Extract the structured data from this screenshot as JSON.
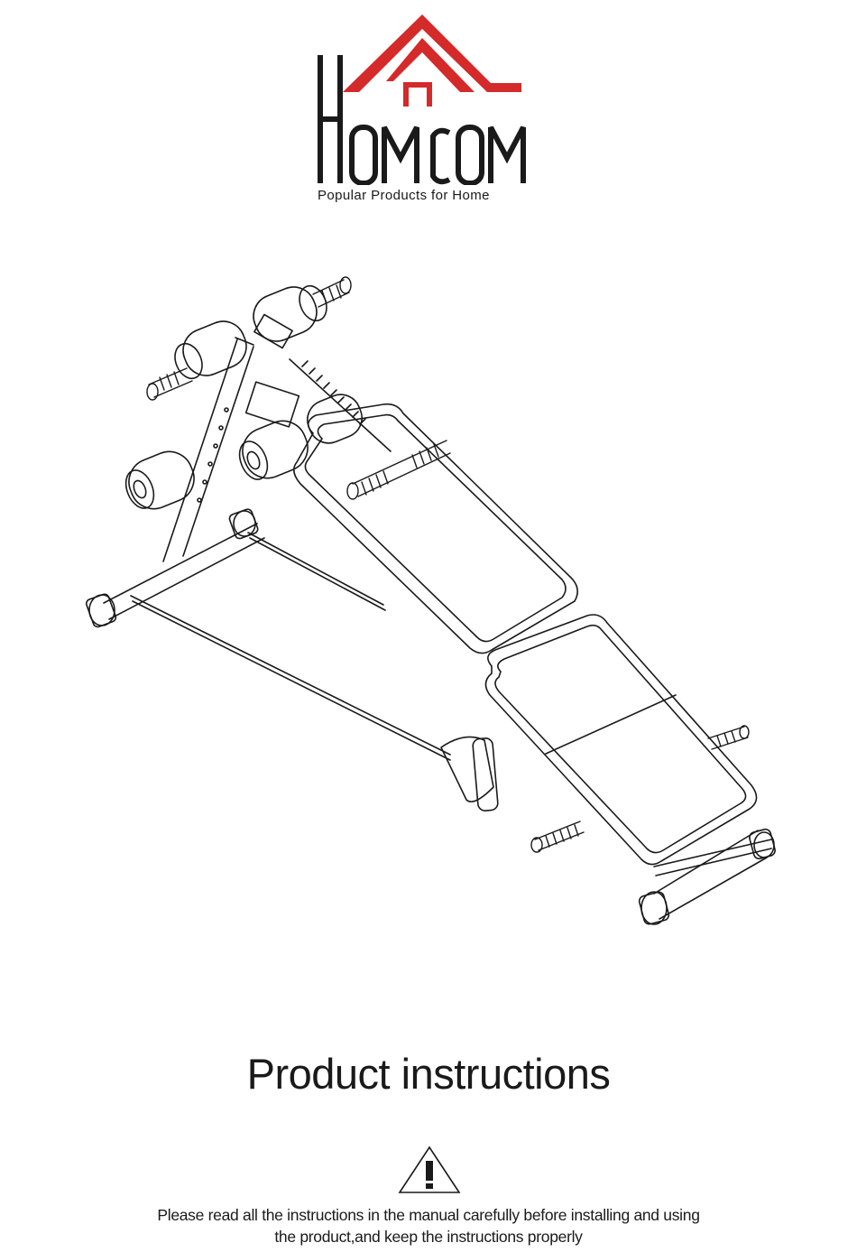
{
  "brand": {
    "name": "HOMCOM",
    "tagline": "Popular Products for Home",
    "accent_color": "#d42a2a",
    "text_color": "#1a1a1a"
  },
  "illustration": {
    "icon": "sit-up-bench-illustration"
  },
  "title": "Product instructions",
  "warning": {
    "icon": "warning-triangle-icon",
    "lines": [
      "Please read all the instructions in the manual carefully before installing and using",
      "the product,and keep the instructions properly"
    ]
  }
}
